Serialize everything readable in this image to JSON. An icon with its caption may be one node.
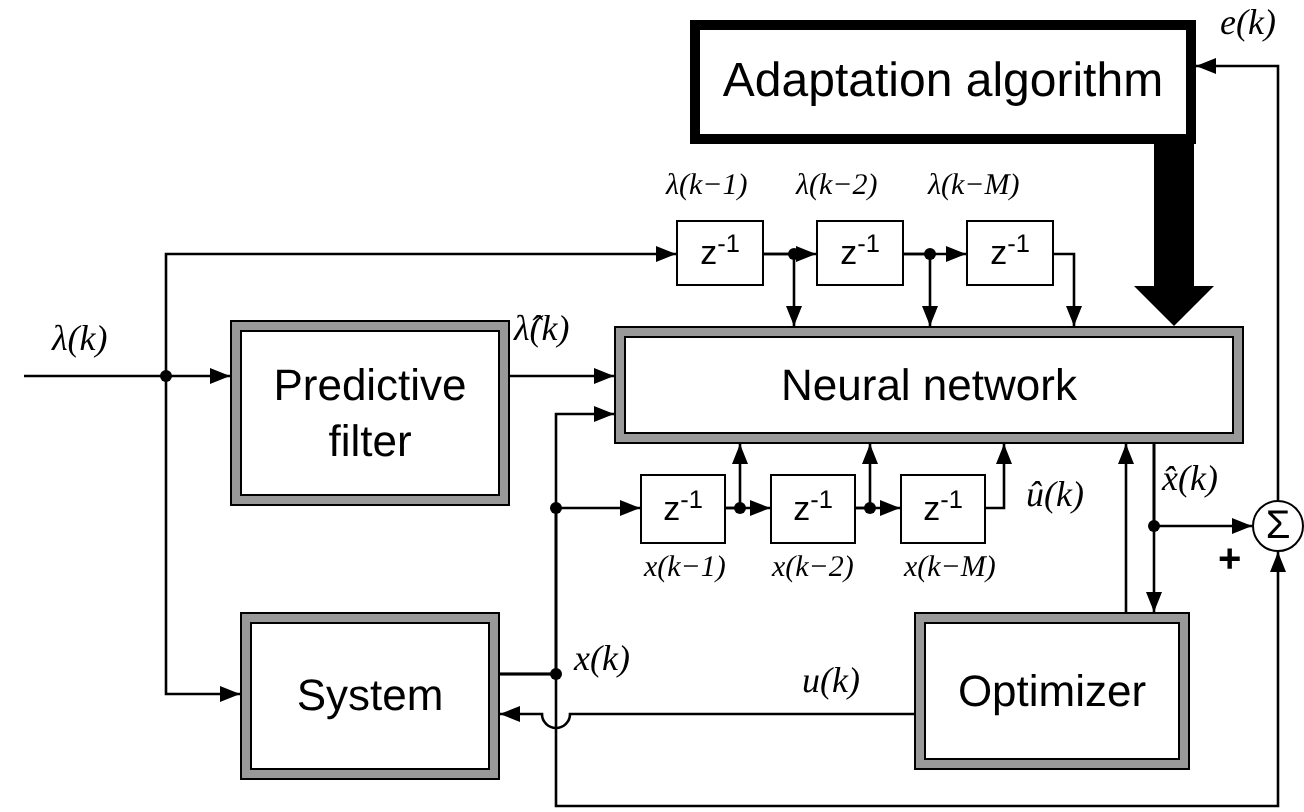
{
  "diagram": {
    "nodes": [
      {
        "text": [
          "Adaptation algorithm"
        ]
      },
      {
        "text": [
          "Predictive filter"
        ]
      },
      {
        "text": [
          "Neural network"
        ]
      },
      {
        "text": [
          "z$^{-1}$"
        ]
      },
      {
        "text": [
          "z$^{-1}$"
        ]
      },
      {
        "text": [
          "z$^{-1}$"
        ]
      },
      {
        "text": [
          "z$^{-1}$"
        ]
      },
      {
        "text": [
          "z$^{-1}$"
        ]
      },
      {
        "text": [
          "z$^{-1}$"
        ]
      },
      {
        "text": [
          "System"
        ]
      },
      {
        "text": [
          "Optimizer"
        ]
      },
      {
        "text": [
          "Σ"
        ]
      }
    ],
    "edges": [
      {
        "from": null,
        "to": 1,
        "arrow": "to"
      },
      {
        "from": null,
        "to": 9,
        "arrow": "to"
      },
      {
        "from": null,
        "to": 3,
        "arrow": "to"
      },
      {
        "from": 1,
        "to": 2,
        "arrow": "to"
      },
      {
        "from": 3,
        "to": 4,
        "arrow": "to"
      },
      {
        "from": 4,
        "to": 5,
        "arrow": "to"
      },
      {
        "from": 3,
        "to": 2,
        "arrow": "to"
      },
      {
        "from": 4,
        "to": 2,
        "arrow": "to"
      },
      {
        "from": 5,
        "to": 2,
        "arrow": "to"
      },
      {
        "from": 0,
        "to": 2,
        "arrow": "to",
        "style": "thick"
      },
      {
        "from": 11,
        "to": 0,
        "arrow": "to"
      },
      {
        "from": 9,
        "to": 2,
        "arrow": "to"
      },
      {
        "from": 9,
        "to": 6,
        "arrow": "to"
      },
      {
        "from": 6,
        "to": 7,
        "arrow": "to"
      },
      {
        "from": 7,
        "to": 8,
        "arrow": "to"
      },
      {
        "from": 6,
        "to": 2,
        "arrow": "to"
      },
      {
        "from": 7,
        "to": 2,
        "arrow": "to"
      },
      {
        "from": 8,
        "to": 2,
        "arrow": "to"
      },
      {
        "from": 9,
        "to": 11,
        "arrow": "to"
      },
      {
        "from": 2,
        "to": 10,
        "arrow": "to"
      },
      {
        "from": 2,
        "to": 11,
        "arrow": "to"
      },
      {
        "from": 10,
        "to": 2,
        "arrow": "to"
      },
      {
        "from": 10,
        "to": 9,
        "arrow": "to"
      }
    ],
    "labels": [
      "e(k)",
      "λ(k−1)",
      "λ(k−2)",
      "λ(k−M)",
      "λ(k)",
      "λ̂(k)",
      "x̂(k)",
      "û(k)",
      "x(k−1)",
      "x(k−2)",
      "x(k−M)",
      "+",
      "x(k)",
      "u(k)"
    ]
  }
}
